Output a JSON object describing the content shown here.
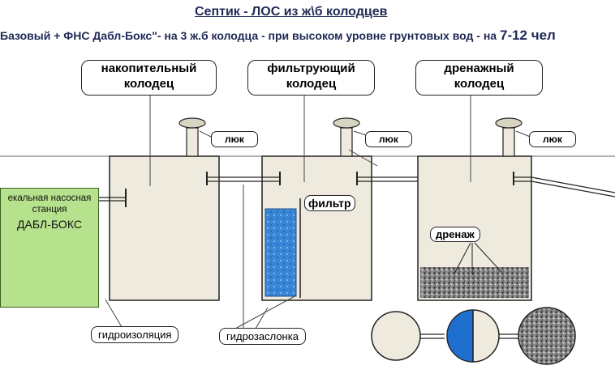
{
  "header": {
    "title": "Септик - ЛОС из ж\\б колодцев",
    "subtitle": "Базовый + ФНС Дабл-Бокс\"- на 3 ж.б колодца - при высоком уровне грунтовых вод - на",
    "subtitle_big": "7-12 чел"
  },
  "wells": [
    {
      "line1": "накопительный",
      "line2": "колодец"
    },
    {
      "line1": "фильтрующий",
      "line2": "колодец"
    },
    {
      "line1": "дренажный",
      "line2": "колодец"
    }
  ],
  "hatch_label": "люк",
  "filter_label": "фильтр",
  "drainage_label": "дренаж",
  "station": {
    "line1": "екальная насосная",
    "line2": "станция",
    "line3": "ДАБЛ-БОКС"
  },
  "waterproofing_label": "гидроизоляция",
  "water_valve_label": "гидрозаслонка",
  "colors": {
    "well_fill": "#eeebde",
    "station_fill": "#b7e28d",
    "filter_water": "#3a86d6",
    "pump": "#4a5f78"
  }
}
